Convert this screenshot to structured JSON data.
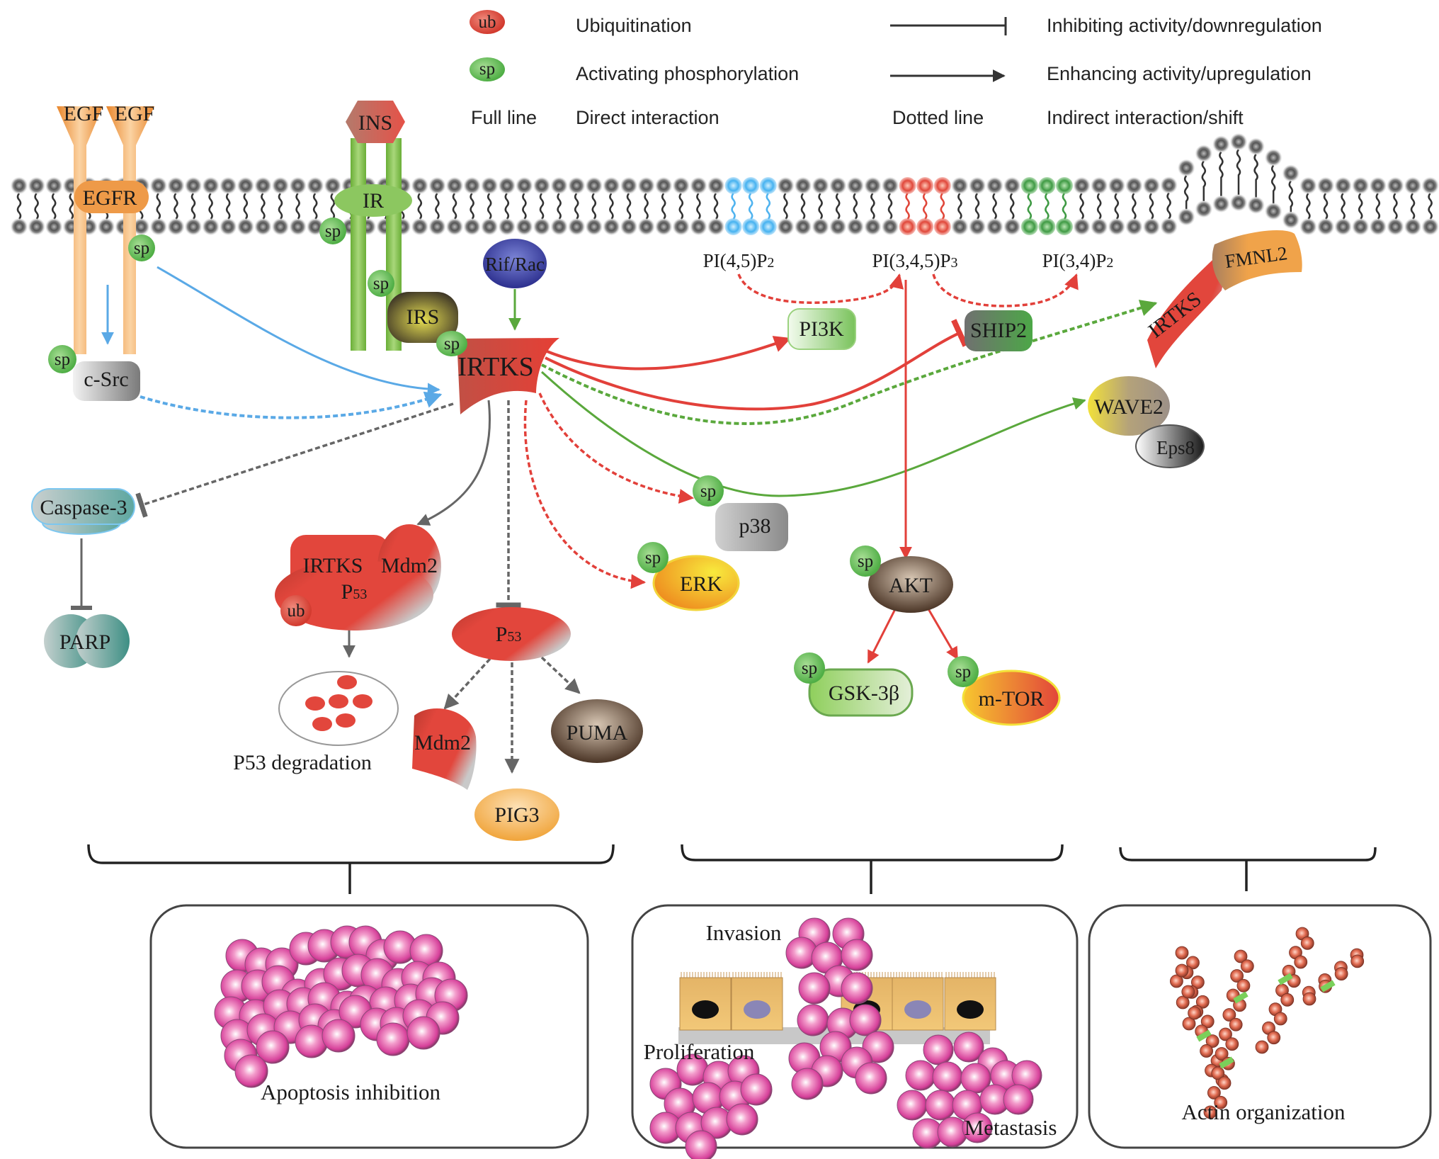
{
  "legend": {
    "ubiquitination": {
      "badge": "ub",
      "label": "Ubiquitination"
    },
    "phosphorylation": {
      "badge": "sp",
      "label": "Activating phosphorylation"
    },
    "full_line": {
      "term": "Full line",
      "label": "Direct interaction"
    },
    "inhibit": {
      "label": "Inhibiting activity/downregulation"
    },
    "enhance": {
      "label": "Enhancing activity/upregulation"
    },
    "dotted_line": {
      "term": "Dotted line",
      "label": "Indirect interaction/shift"
    }
  },
  "colors": {
    "activation_green": "#5aa83c",
    "inhibition_red": "#e2403a",
    "egfr_blue": "#5aa9e6",
    "indirect_gray": "#666666",
    "egfr_orange": "#f0a04b",
    "ir_green": "#7cbf4a",
    "sp_badge": "#6cc05a",
    "ub_badge": "#d94a3c",
    "pip2_blue": "#4fb3ef",
    "pip3_red": "#e0473a",
    "pi34p2_green": "#3f9a44",
    "cell_pink": "#e0509f"
  },
  "membrane": {
    "lipids": [
      {
        "name": "PI(4,5)P2",
        "main": "PI(4,5)P",
        "sub": "2"
      },
      {
        "name": "PI(3,4,5)P3",
        "main": "PI(3,4,5)P",
        "sub": "3"
      },
      {
        "name": "PI(3,4)P2",
        "main": "PI(3,4)P",
        "sub": "2"
      }
    ]
  },
  "nodes": {
    "egf_left": "EGF",
    "egf_right": "EGF",
    "egfr": "EGFR",
    "ins": "INS",
    "ir": "IR",
    "rif_rac": "Rif/Rac",
    "irs": "IRS",
    "irtks": "IRTKS",
    "c_src": "c-Src",
    "pi3k": "PI3K",
    "ship2": "SHIP2",
    "irtks_fmnl2_irtks": "IRTKS",
    "fmnl2": "FMNL2",
    "wave2": "WAVE2",
    "eps8": "Eps8",
    "caspase3": "Caspase-3",
    "parp": "PARP",
    "complex_irtks": "IRTKS",
    "complex_mdm2": "Mdm2",
    "complex_p53": {
      "main": "P",
      "sub": "53"
    },
    "p53": {
      "main": "P",
      "sub": "53"
    },
    "p53_degradation": "P53 degradation",
    "mdm2": "Mdm2",
    "pig3": "PIG3",
    "puma": "PUMA",
    "p38": "p38",
    "erk": "ERK",
    "akt": "AKT",
    "gsk3b": "GSK-3β",
    "mtor": "m-TOR"
  },
  "badges": {
    "sp": "sp",
    "ub": "ub"
  },
  "outcomes": [
    {
      "label": "Apoptosis inhibition"
    },
    {
      "labels": [
        "Invasion",
        "Proliferation",
        "Metastasis"
      ]
    },
    {
      "label": "Actin organization"
    }
  ]
}
